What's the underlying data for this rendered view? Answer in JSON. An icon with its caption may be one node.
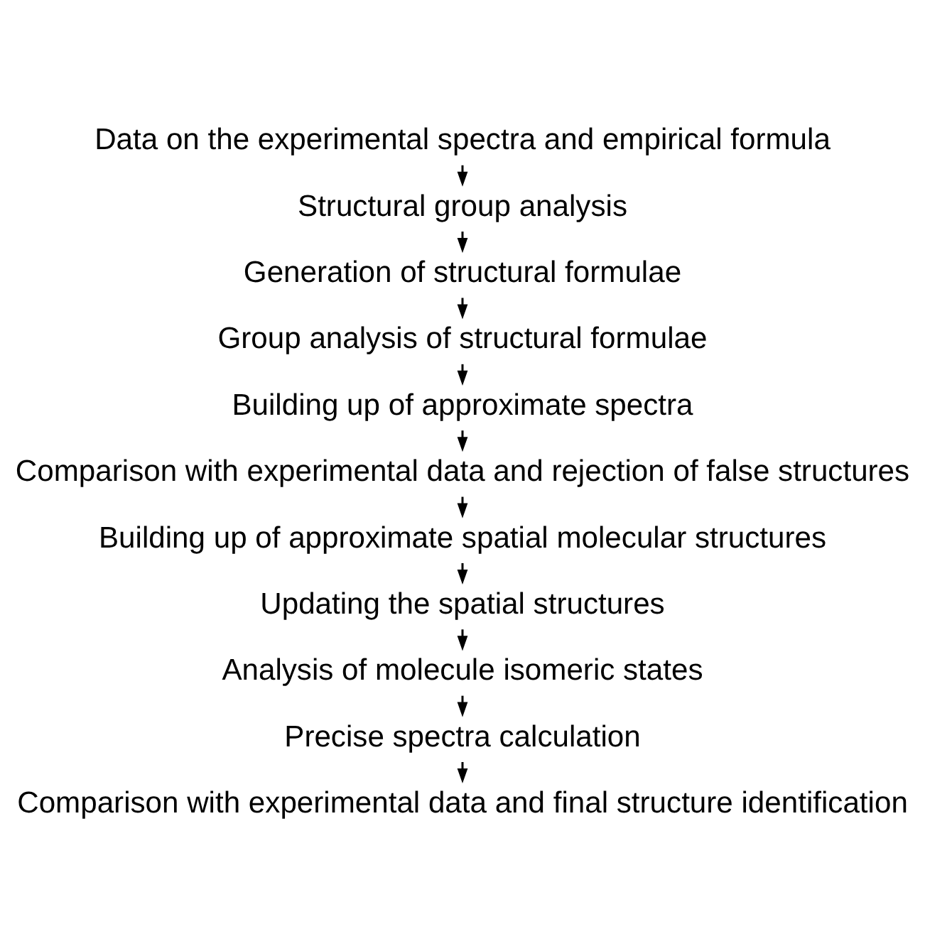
{
  "diagram": {
    "nodes": [
      {
        "text": [
          "Data on the experimental spectra and empirical formula"
        ]
      },
      {
        "text": [
          "Structural group analysis"
        ]
      },
      {
        "text": [
          "Generation of structural formulae"
        ]
      },
      {
        "text": [
          "Group analysis of structural formulae"
        ]
      },
      {
        "text": [
          "Building up of approximate spectra"
        ]
      },
      {
        "text": [
          "Comparison with experimental data and rejection of false structures"
        ]
      },
      {
        "text": [
          "Building up of approximate spatial molecular structures"
        ]
      },
      {
        "text": [
          "Updating the spatial structures"
        ]
      },
      {
        "text": [
          "Analysis of molecule isomeric states"
        ]
      },
      {
        "text": [
          "Precise spectra calculation"
        ]
      },
      {
        "text": [
          "Comparison with experimental data and final structure identification"
        ]
      }
    ],
    "edges": [
      {
        "from": 0,
        "to": 1,
        "arrow": "to"
      },
      {
        "from": 1,
        "to": 2,
        "arrow": "to"
      },
      {
        "from": 2,
        "to": 3,
        "arrow": "to"
      },
      {
        "from": 3,
        "to": 4,
        "arrow": "to"
      },
      {
        "from": 4,
        "to": 5,
        "arrow": "to"
      },
      {
        "from": 5,
        "to": 6,
        "arrow": "to"
      },
      {
        "from": 6,
        "to": 7,
        "arrow": "to"
      },
      {
        "from": 7,
        "to": 8,
        "arrow": "to"
      },
      {
        "from": 8,
        "to": 9,
        "arrow": "to"
      },
      {
        "from": 9,
        "to": 10,
        "arrow": "to"
      }
    ]
  }
}
